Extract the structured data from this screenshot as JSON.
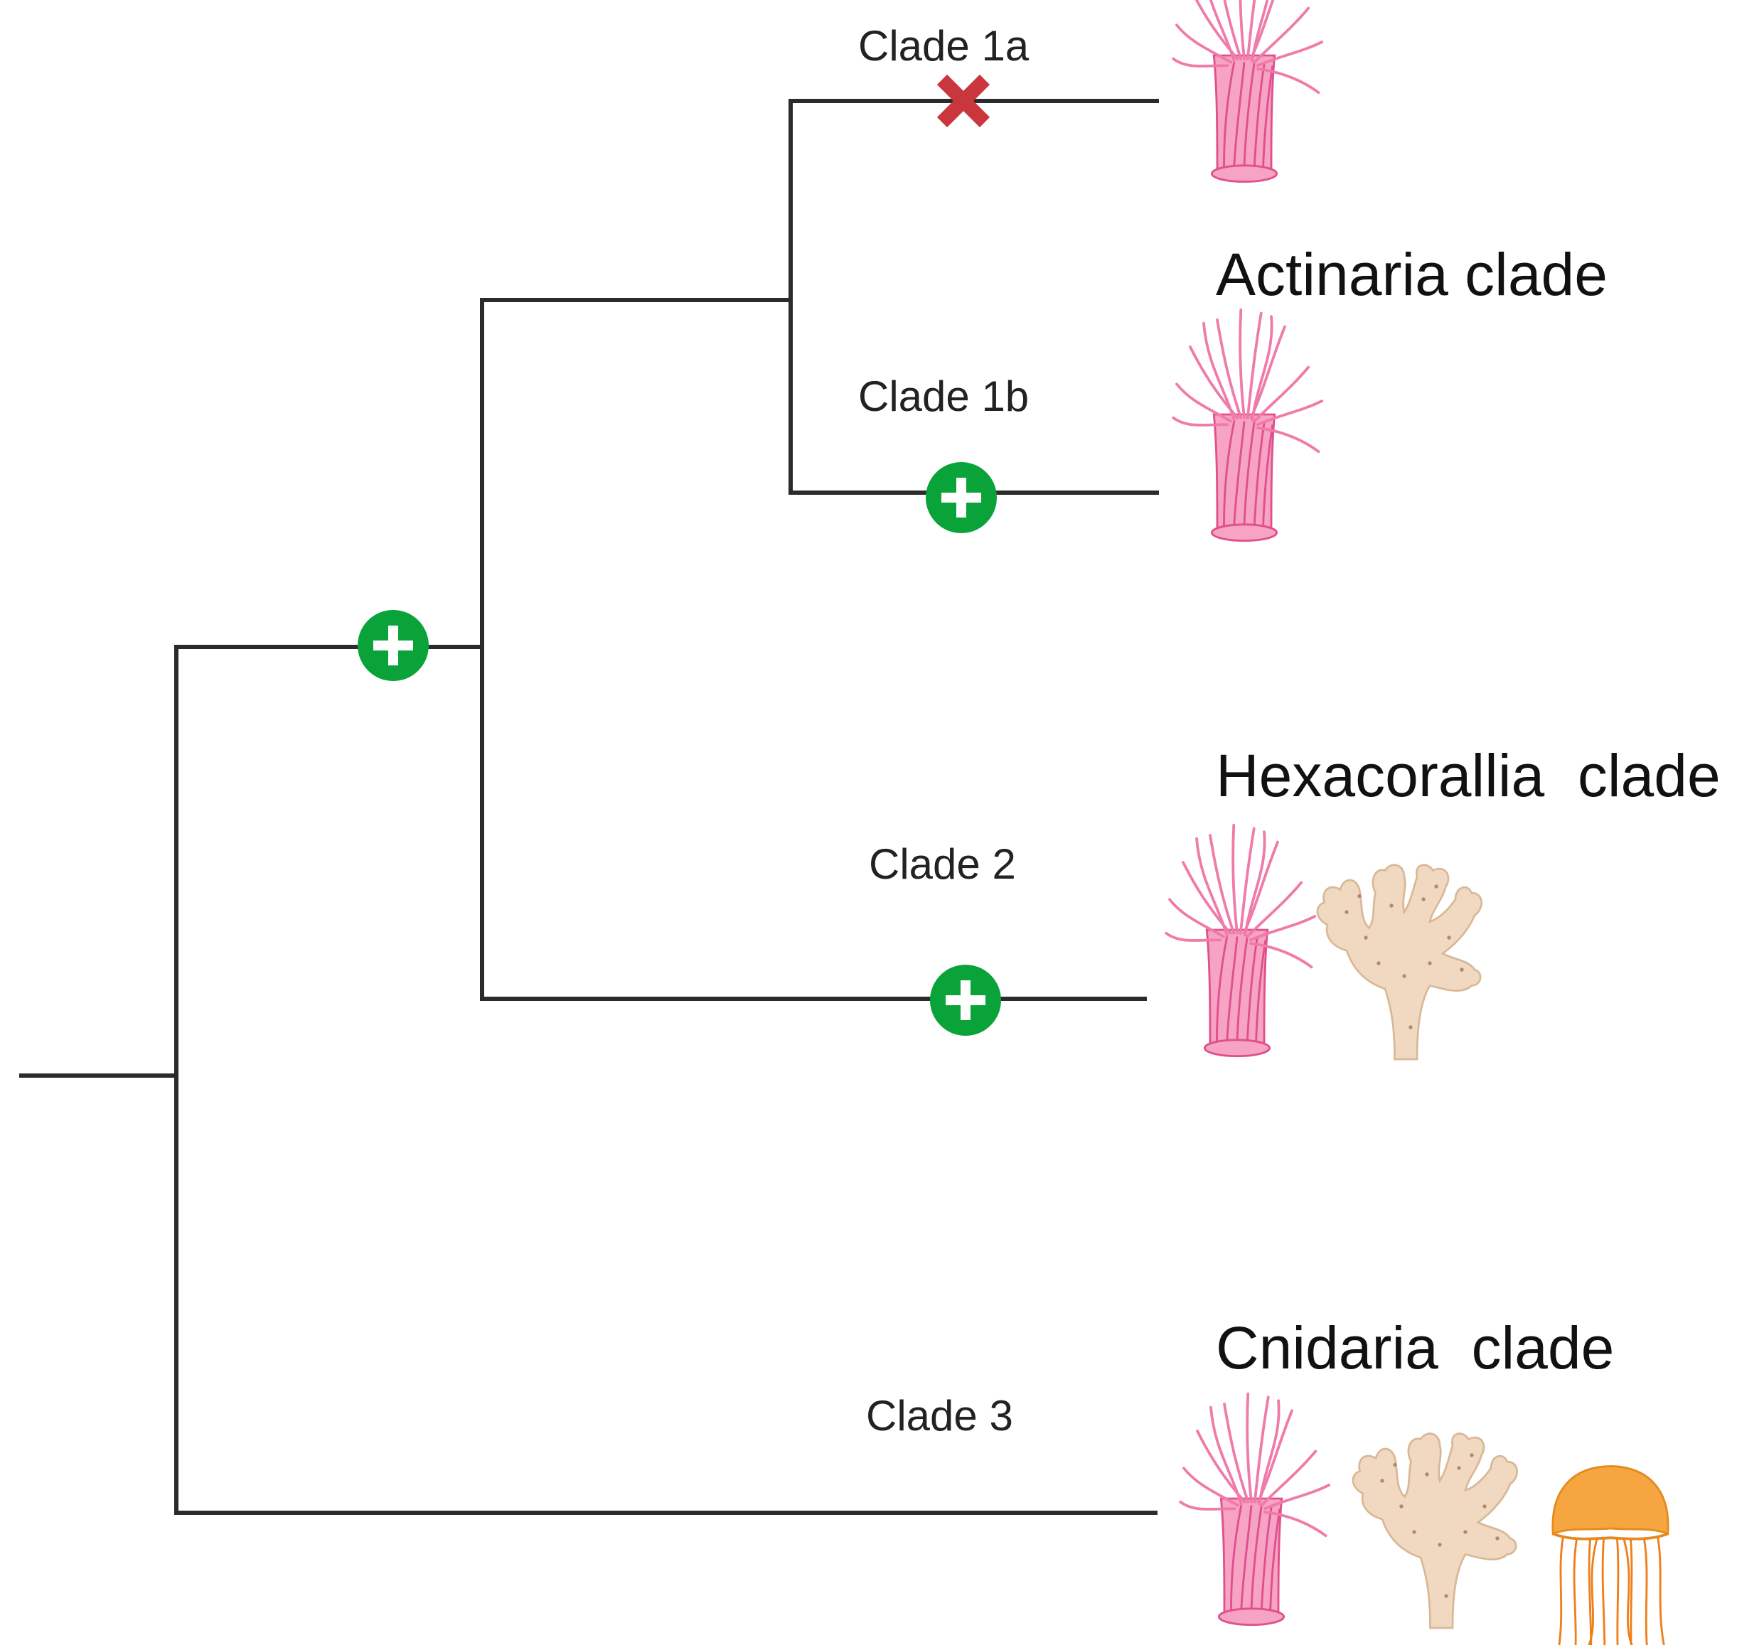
{
  "clades": {
    "c1a": "Clade 1a",
    "c1b": "Clade 1b",
    "c2": "Clade 2",
    "c3": "Clade 3"
  },
  "groups": {
    "actinaria": "Actinaria clade",
    "hexacorallia": "Hexacorallia  clade",
    "cnidaria": "Cnidaria  clade"
  },
  "events": [
    {
      "branch": "Clade 1a",
      "type": "loss",
      "symbol": "cross-icon",
      "color": "#c9363e"
    },
    {
      "branch": "Clade 1b",
      "type": "gain",
      "symbol": "plus-circle-icon",
      "color": "#0aa33a"
    },
    {
      "branch": "Actinaria+Hexacorallia stem",
      "type": "gain",
      "symbol": "plus-circle-icon",
      "color": "#0aa33a"
    },
    {
      "branch": "Clade 2",
      "type": "gain",
      "symbol": "plus-circle-icon",
      "color": "#0aa33a"
    }
  ],
  "organisms": {
    "c1a": [
      "sea-anemone-icon"
    ],
    "c1b": [
      "sea-anemone-icon"
    ],
    "c2": [
      "sea-anemone-icon",
      "coral-icon"
    ],
    "c3": [
      "sea-anemone-icon",
      "coral-icon",
      "jellyfish-icon"
    ]
  },
  "colors": {
    "branch": "#2b2b2b",
    "gain": "#0aa33a",
    "loss": "#c9363e",
    "anemone": "#f07aa8",
    "coral": "#f1d8c0",
    "jellyfish": "#f39a2a"
  }
}
